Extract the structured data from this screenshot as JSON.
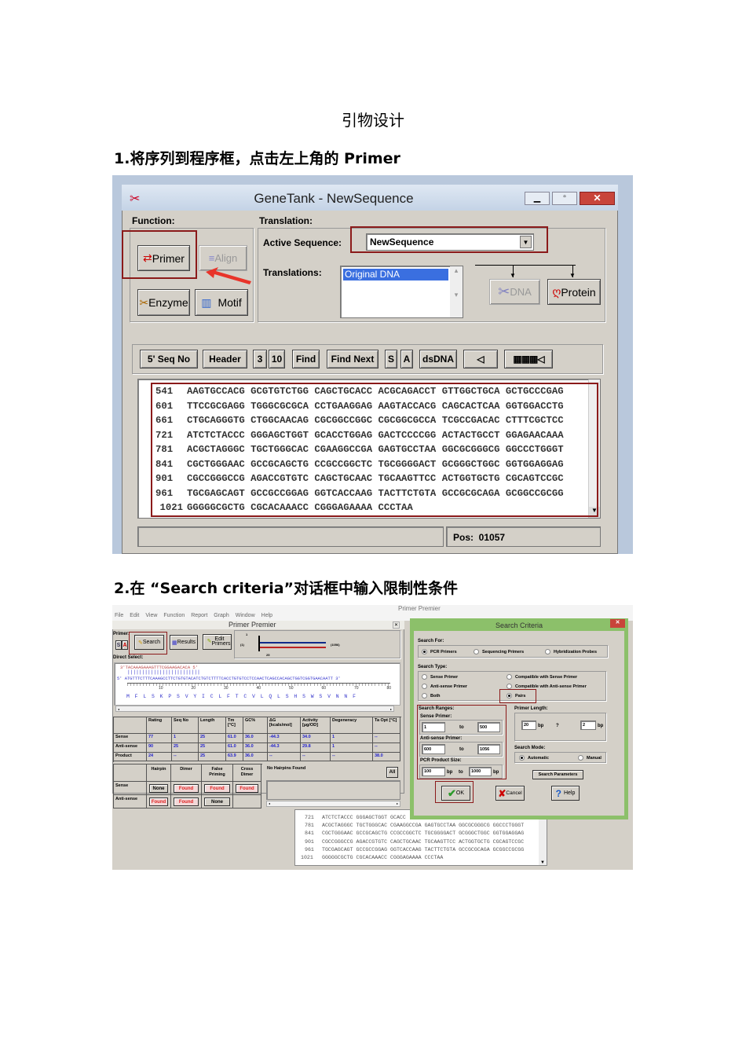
{
  "doc": {
    "title": "引物设计",
    "step1": "1.将序列到程序框，点击左上角的 Primer",
    "step2": "2.在 “Search  criteria”对话框中输入限制性条件"
  },
  "genetank": {
    "window_title": "GeneTank - NewSequence",
    "function_label": "Function:",
    "translation_label": "Translation:",
    "buttons": {
      "primer": "Primer",
      "align": "Align",
      "enzyme": "Enzyme",
      "motif": "Motif",
      "dna": "DNA",
      "protein": "Protein"
    },
    "active_sequence_label": "Active Sequence:",
    "active_sequence_value": "NewSequence",
    "translations_label": "Translations:",
    "translations_items": [
      "Original DNA"
    ],
    "toolbar": [
      "5' Seq No",
      "Header",
      "3",
      "10",
      "Find",
      "Find Next",
      "S",
      "A",
      "dsDNA"
    ],
    "sequence_rows": [
      {
        "pos": "541",
        "seq": "AAGTGCCACG GCGTGTCTGG CAGCTGCACC ACGCAGACCT GTTGGCTGCA GCTGCCCGAG"
      },
      {
        "pos": "601",
        "seq": "TTCCGCGAGG TGGGCGCGCA CCTGAAGGAG AAGTACCACG CAGCACTCAA GGTGGACCTG"
      },
      {
        "pos": "661",
        "seq": "CTGCAGGGTG CTGGCAACAG CGCGGCCGGC CGCGGCGCCA TCGCCGACAC CTTTCGCTCC"
      },
      {
        "pos": "721",
        "seq": "ATCTCTACCC GGGAGCTGGT GCACCTGGAG GACTCCCCGG ACTACTGCCT GGAGAACAAA"
      },
      {
        "pos": "781",
        "seq": "ACGCTAGGGC TGCTGGGCAC CGAAGGCCGA GAGTGCCTAA GGCGCGGGCG GGCCCTGGGT"
      },
      {
        "pos": "841",
        "seq": "CGCTGGGAAC GCCGCAGCTG CCGCCGGCTC TGCGGGGACT GCGGGCTGGC GGTGGAGGAG"
      },
      {
        "pos": "901",
        "seq": "CGCCGGGCCG AGACCGTGTC CAGCTGCAAC TGCAAGTTCC ACTGGTGCTG CGCAGTCCGC"
      },
      {
        "pos": "961",
        "seq": "TGCGAGCAGT GCCGCCGGAG GGTCACCAAG TACTTCTGTA GCCGCGCAGA GCGGCCGCGG"
      },
      {
        "pos": "1021",
        "seq": "GGGGGCGCTG CGCACAAACC CGGGAGAAAA CCCTAA"
      }
    ],
    "status_pos": "Pos:  01057"
  },
  "primer_premier": {
    "app_title": "Primer Premier",
    "menu": [
      "File",
      "Edit",
      "View",
      "Function",
      "Report",
      "Graph",
      "Window",
      "Help"
    ],
    "window_title": "Primer Premier",
    "primer_label": "Primer:",
    "buttons": {
      "s": "S",
      "a": "A",
      "search": "Search",
      "results": "Results",
      "edit_primers": "Edit Primers",
      "all": "All"
    },
    "graph": {
      "top_num": "1",
      "left": "(1)",
      "right": "(1056)",
      "bottom_num": "25"
    },
    "direct_select": "Direct Select:",
    "strand_3": "3'TACAAAGAAAGTTTCGGAAGACACA 5'",
    "pairs": "|||||||||||||||||||||||||",
    "strand_5": "5' ATGTTTCTTTCAAAGCCTTCTGTGTACATCTGTCTTTTCACCTGTGTCCTCCAACTCAGCCACAGCTGGTCGGTGAACAATT 3'",
    "ruler": [
      "10",
      "20",
      "30",
      "40",
      "50",
      "60",
      "70",
      "80"
    ],
    "amino": "M F L S K P S V Y I C L F T C V L Q L S H S W S V N N F",
    "results_headers": [
      "",
      "Rating",
      "Seq No",
      "Length",
      "Tm [°C]",
      "GC%",
      "ΔG [kcals/mol]",
      "Activity [µg/OD]",
      "Degeneracy",
      "Ta Opt [°C]"
    ],
    "results_rows": [
      [
        "Sense",
        "77",
        "1",
        "25",
        "61.0",
        "36.0",
        "-44.3",
        "34.0",
        "1",
        "--"
      ],
      [
        "Anti-sense",
        "90",
        "25",
        "25",
        "61.0",
        "36.0",
        "-44.3",
        "29.8",
        "1",
        "--"
      ],
      [
        "Product",
        "24",
        "--",
        "25",
        "63.9",
        "36.0",
        "--",
        "--",
        "--",
        "38.0"
      ]
    ],
    "analysis_headers": [
      "",
      "Hairpin",
      "Dimer",
      "False Priming",
      "Cross Dimer"
    ],
    "analysis_rows": [
      [
        "Sense",
        "None",
        "Found",
        "Found",
        "Found"
      ],
      [
        "Anti-sense",
        "Found",
        "Found",
        "None",
        ""
      ]
    ],
    "hairpin_msg": "No Hairpins Found",
    "bg_sequence_rows": [
      {
        "pos": "721",
        "seq": "ATCTCTACCC GGGAGCTGGT GCACC"
      },
      {
        "pos": "781",
        "seq": "ACGCTAGGGC TGCTGGGCAC CGAAGGCCGA GAGTGCCTAA GGCGCGGGCG GGCCCTGGGT"
      },
      {
        "pos": "841",
        "seq": "CGCTGGGAAC GCCGCAGCTG CCGCCGGCTC TGCGGGGACT GCGGGCTGGC GGTGGAGGAG"
      },
      {
        "pos": "901",
        "seq": "CGCCGGGCCG AGACCGTGTC CAGCTGCAAC TGCAAGTTCC ACTGGTGCTG CGCAGTCCGC"
      },
      {
        "pos": "961",
        "seq": "TGCGAGCAGT GCCGCCGGAG GGTCACCAAG TACTTCTGTA GCCGCGCAGA GCGGCCGCGG"
      },
      {
        "pos": "1021",
        "seq": "GGGGGCGCTG CGCACAAACC CGGGAGAAAA CCCTAA"
      }
    ]
  },
  "search_criteria": {
    "title": "Search Criteria",
    "search_for_label": "Search For:",
    "search_for_options": [
      "PCR Primers",
      "Sequencing Primers",
      "Hybridization Probes"
    ],
    "search_for_selected": "PCR Primers",
    "search_type_label": "Search Type:",
    "search_type_options": [
      "Sense Primer",
      "Anti-sense Primer",
      "Both",
      "Compatible with Sense Primer",
      "Compatible with Anti-sense Primer",
      "Pairs"
    ],
    "search_type_selected": "Pairs",
    "search_ranges_label": "Search Ranges:",
    "sense_primer_label": "Sense Primer:",
    "sense_from": "1",
    "sense_to": "500",
    "antisense_primer_label": "Anti-sense Primer:",
    "antisense_from": "600",
    "antisense_to": "1056",
    "product_size_label": "PCR Product Size:",
    "product_from": "100",
    "product_to": "1000",
    "to": "to",
    "bp": "bp",
    "primer_length_label": "Primer Length:",
    "primer_length": "20",
    "primer_length_sep": "?",
    "primer_length_tol": "2",
    "search_mode_label": "Search Mode:",
    "search_mode_options": [
      "Automatic",
      "Manual"
    ],
    "search_mode_selected": "Automatic",
    "search_parameters": "Search Parameters",
    "ok": "OK",
    "cancel": "Cancel",
    "help": "Help"
  },
  "colors": {
    "highlight": "#8b1a1a",
    "dialog_frame": "#8cc06a",
    "selection": "#3a6fe0"
  }
}
